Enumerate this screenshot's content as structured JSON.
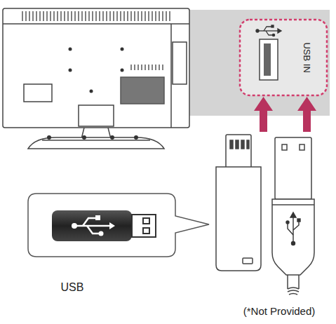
{
  "diagram": {
    "labels": [
      "USB IN",
      "USB",
      "(*Not Provided)"
    ]
  }
}
